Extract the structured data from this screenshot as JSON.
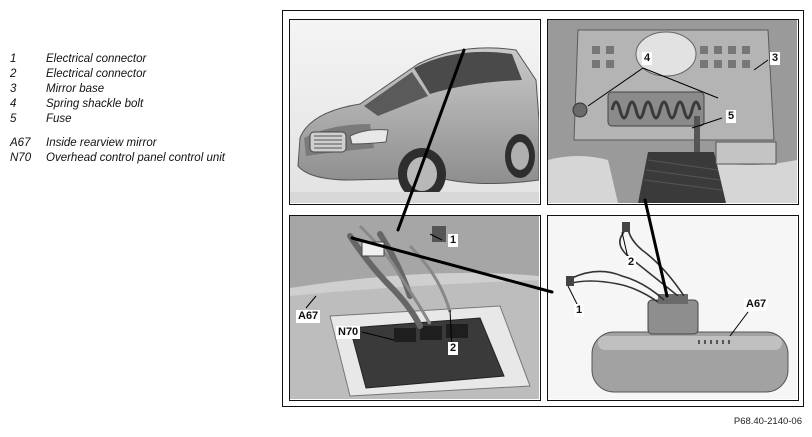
{
  "legend": {
    "items": [
      {
        "code": "1",
        "desc": "Electrical connector"
      },
      {
        "code": "2",
        "desc": "Electrical connector"
      },
      {
        "code": "3",
        "desc": "Mirror base"
      },
      {
        "code": "4",
        "desc": "Spring shackle bolt"
      },
      {
        "code": "5",
        "desc": "Fuse"
      }
    ],
    "components": [
      {
        "code": "A67",
        "desc": "Inside rearview mirror"
      },
      {
        "code": "N70",
        "desc": "Overhead control panel control unit"
      }
    ]
  },
  "callouts": {
    "c1_ecu": "1",
    "a67_ecu": "A67",
    "n70": "N70",
    "c2_ecu": "2",
    "c3": "3",
    "c4": "4",
    "c5": "5",
    "c2_mirror": "2",
    "c1_mirror": "1",
    "a67_mirror": "A67"
  },
  "figure_id": "P68.40-2140-06"
}
